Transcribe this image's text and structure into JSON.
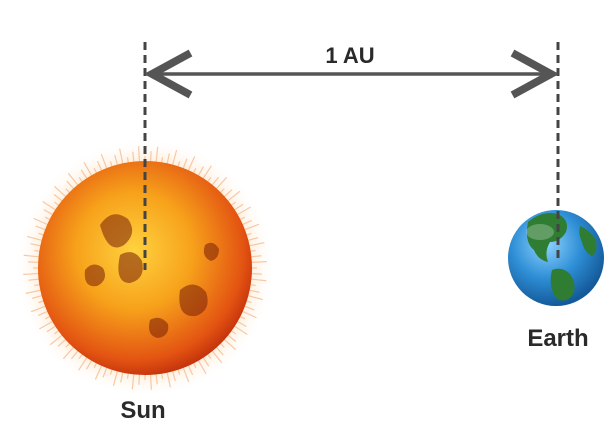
{
  "diagram": {
    "distance_label": "1 AU",
    "sun_label": "Sun",
    "earth_label": "Earth"
  },
  "colors": {
    "sun_core": "#f7a21b",
    "sun_edge": "#d4380f",
    "sun_spots": "#6e1a08",
    "earth_ocean": "#2f8fd6",
    "earth_land": "#2e7d32",
    "line": "#555555",
    "text": "#2a2a2a"
  }
}
